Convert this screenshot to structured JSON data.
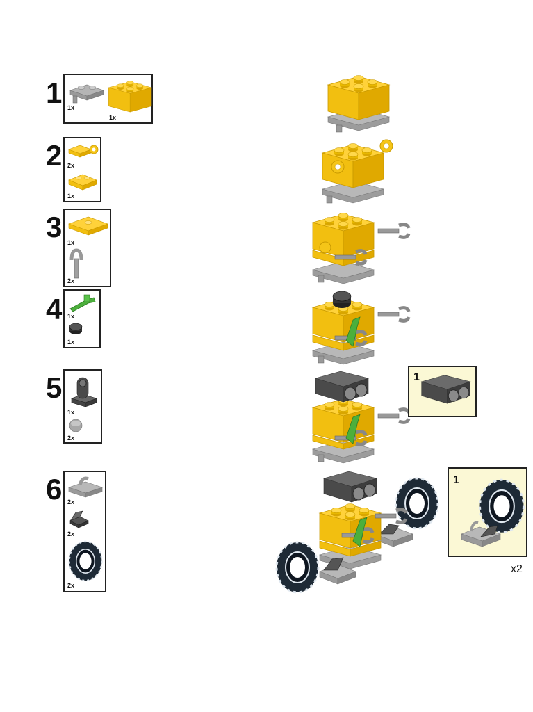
{
  "steps": [
    {
      "number": "1",
      "parts": [
        {
          "part": "gray-plate-with-pin",
          "qty": "1x"
        },
        {
          "part": "yellow-brick-2x2",
          "qty": "1x"
        }
      ]
    },
    {
      "number": "2",
      "parts": [
        {
          "part": "yellow-plate-with-clip",
          "qty": "2x"
        },
        {
          "part": "yellow-plate-1x2",
          "qty": "1x"
        }
      ]
    },
    {
      "number": "3",
      "parts": [
        {
          "part": "yellow-plate-2x2",
          "qty": "1x"
        },
        {
          "part": "gray-bar-with-clip",
          "qty": "2x"
        }
      ]
    },
    {
      "number": "4",
      "parts": [
        {
          "part": "green-lever",
          "qty": "1x"
        },
        {
          "part": "black-round-plate",
          "qty": "1x"
        }
      ]
    },
    {
      "number": "5",
      "parts": [
        {
          "part": "dark-gray-technic-pin-connector",
          "qty": "1x"
        },
        {
          "part": "gray-round-tile",
          "qty": "2x"
        }
      ]
    },
    {
      "number": "6",
      "parts": [
        {
          "part": "gray-plate-with-clip",
          "qty": "2x"
        },
        {
          "part": "dark-gray-slope",
          "qty": "2x"
        },
        {
          "part": "black-tire",
          "qty": "2x"
        }
      ]
    }
  ],
  "callouts": [
    {
      "step": "5",
      "number": "1"
    },
    {
      "step": "6",
      "number": "1",
      "multiplier": "x2"
    }
  ],
  "colors": {
    "yellow": "#f5c518",
    "yellow_dark": "#d9a600",
    "gray": "#a0a0a0",
    "dark_gray": "#555555",
    "green": "#4caf3c",
    "black_tire": "#1e2a36",
    "callout_bg": "#fbf8d5"
  }
}
